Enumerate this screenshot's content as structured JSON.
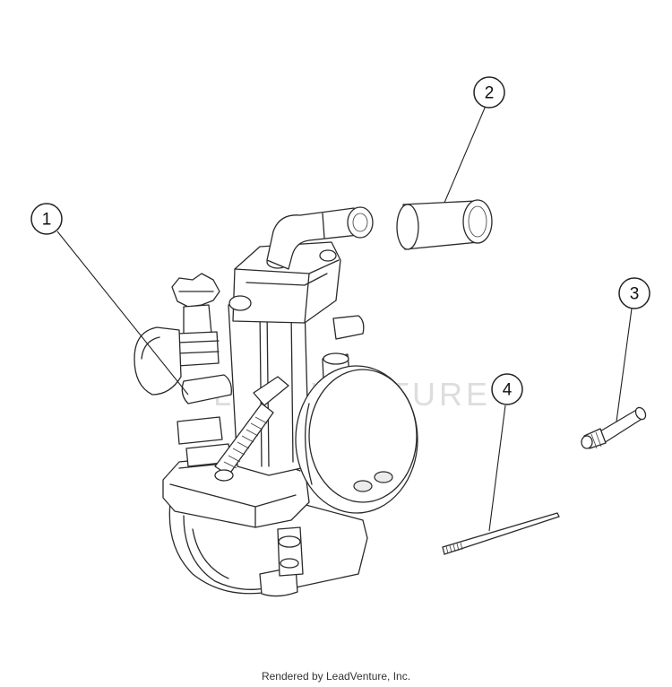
{
  "footer": {
    "text": "Rendered by LeadVenture, Inc."
  },
  "watermark": {
    "text": "LEADVENTURE"
  },
  "callouts": [
    {
      "number": "1",
      "part": "carburetor-assembly"
    },
    {
      "number": "2",
      "part": "connecting-sleeve"
    },
    {
      "number": "3",
      "part": "main-jet"
    },
    {
      "number": "4",
      "part": "jet-needle"
    }
  ]
}
